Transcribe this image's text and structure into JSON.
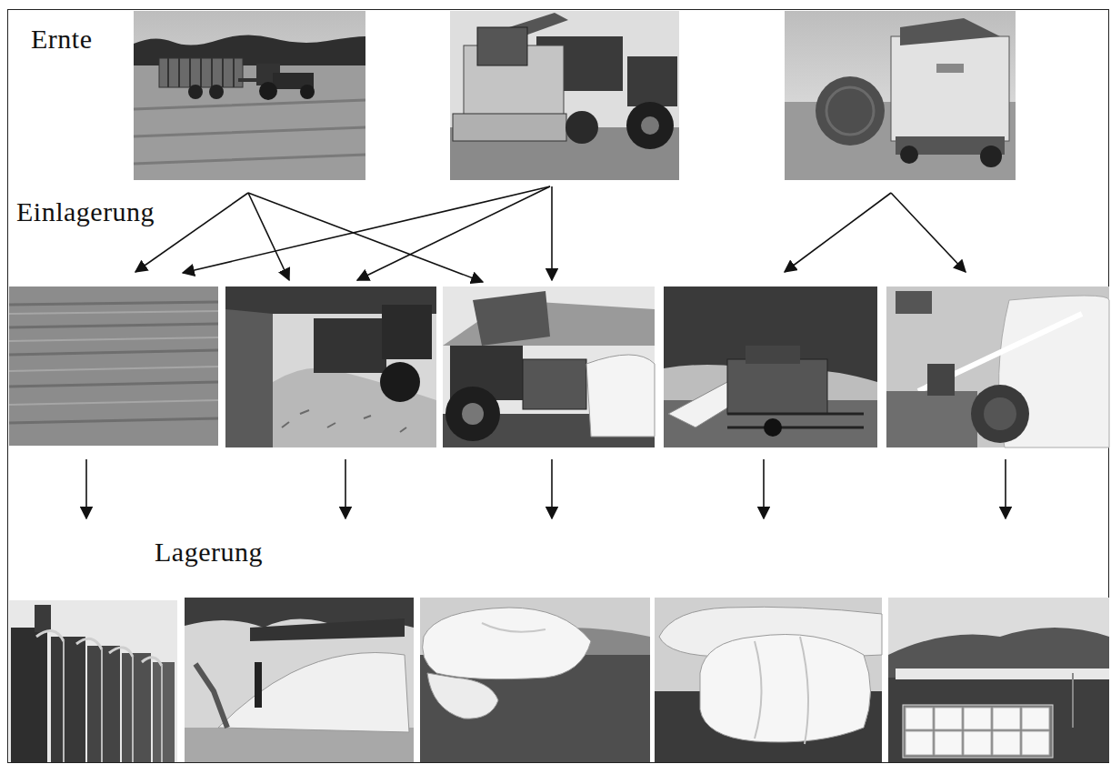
{
  "diagram": {
    "labels": [
      "Ernte",
      "Einlagerung",
      "Lagerung"
    ]
  }
}
